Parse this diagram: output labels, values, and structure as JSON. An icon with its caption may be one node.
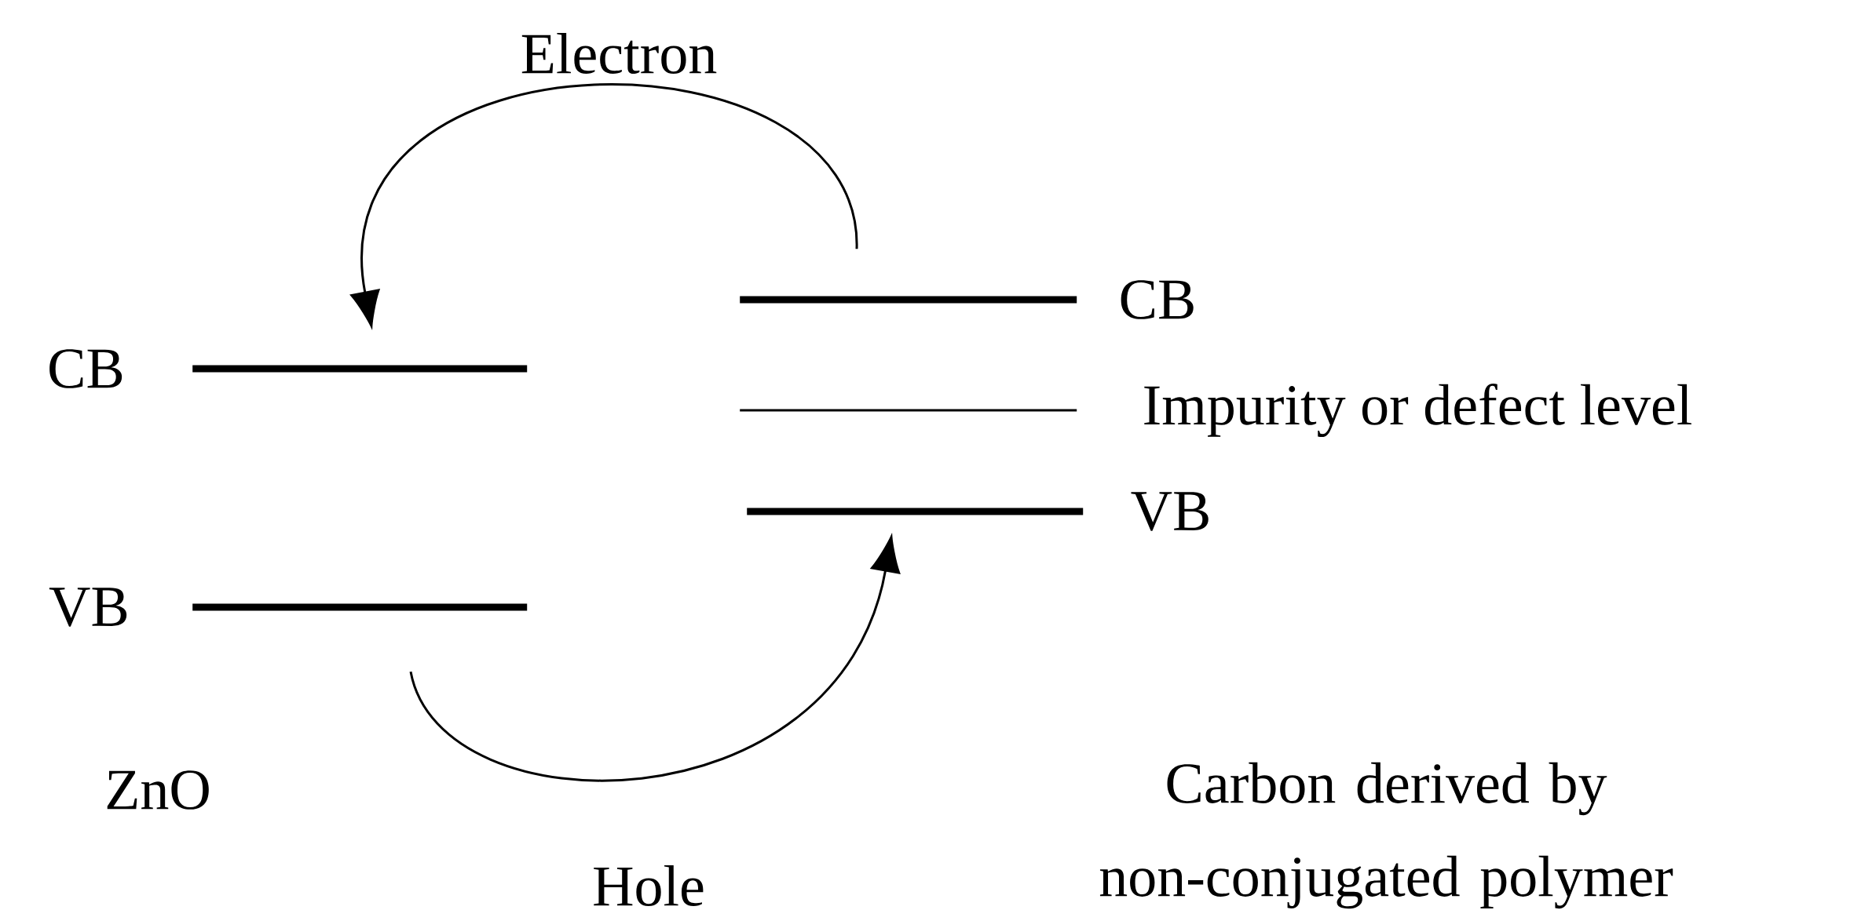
{
  "diagram": {
    "nodes": [
      {
        "text": [],
        "shape": "bar",
        "beside": [
          "CB"
        ]
      },
      {
        "text": [],
        "shape": "bar",
        "beside": [
          "VB"
        ]
      },
      {
        "text": [],
        "shape": "bar",
        "beside": [
          "CB"
        ]
      },
      {
        "text": [],
        "shape": "bar",
        "beside": [
          "Impurity or defect level"
        ]
      },
      {
        "text": [],
        "shape": "bar",
        "beside": [
          "VB"
        ]
      }
    ],
    "edges": [
      {
        "from": 2,
        "to": 0,
        "arrow": "to",
        "label": "Electron"
      },
      {
        "from": 1,
        "to": 4,
        "arrow": "to",
        "label": "Hole"
      }
    ],
    "labels": [
      "ZnO",
      "Carbon derived by non-conjugated polymer"
    ]
  }
}
